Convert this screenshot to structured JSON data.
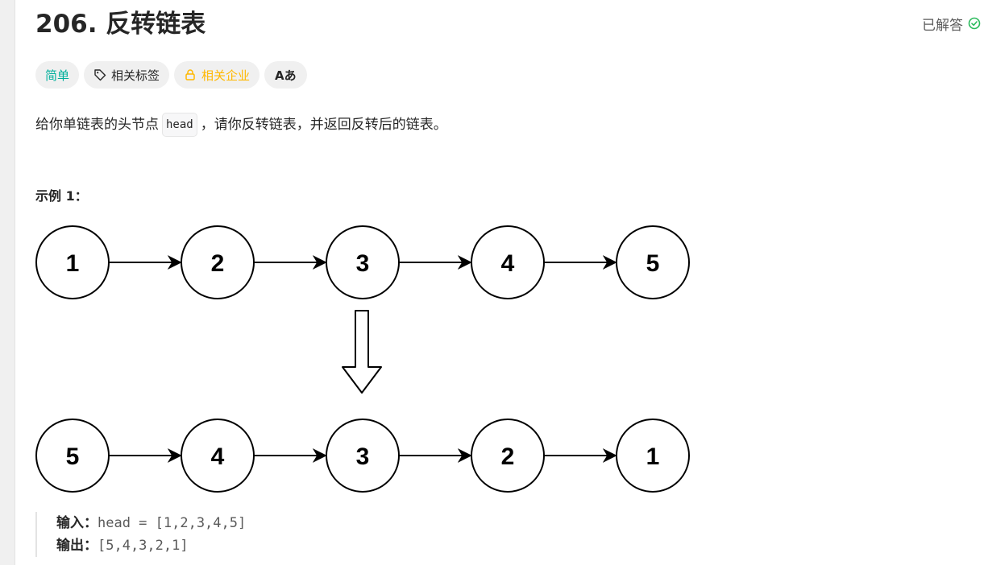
{
  "problem": {
    "title": "206. 反转链表",
    "status": "已解答",
    "tags": {
      "difficulty": "简单",
      "related_tags": "相关标签",
      "related_companies": "相关企业",
      "translate": "Aあ"
    },
    "description": {
      "before": "给你单链表的头节点",
      "code": "head",
      "after": "，请你反转链表，并返回反转后的链表。"
    },
    "example": {
      "title": "示例 1：",
      "diagram": {
        "top_list": [
          "1",
          "2",
          "3",
          "4",
          "5"
        ],
        "bottom_list": [
          "5",
          "4",
          "3",
          "2",
          "1"
        ]
      },
      "input_label": "输入：",
      "input_value": "head = [1,2,3,4,5]",
      "output_label": "输出：",
      "output_value": "[5,4,3,2,1]"
    }
  },
  "colors": {
    "easy": "#00af9b",
    "company": "#ffb800",
    "solved_check": "#2cbb5d"
  },
  "icons": {
    "tag": "tag-icon",
    "lock": "lock-icon",
    "check": "check-circle-icon"
  }
}
